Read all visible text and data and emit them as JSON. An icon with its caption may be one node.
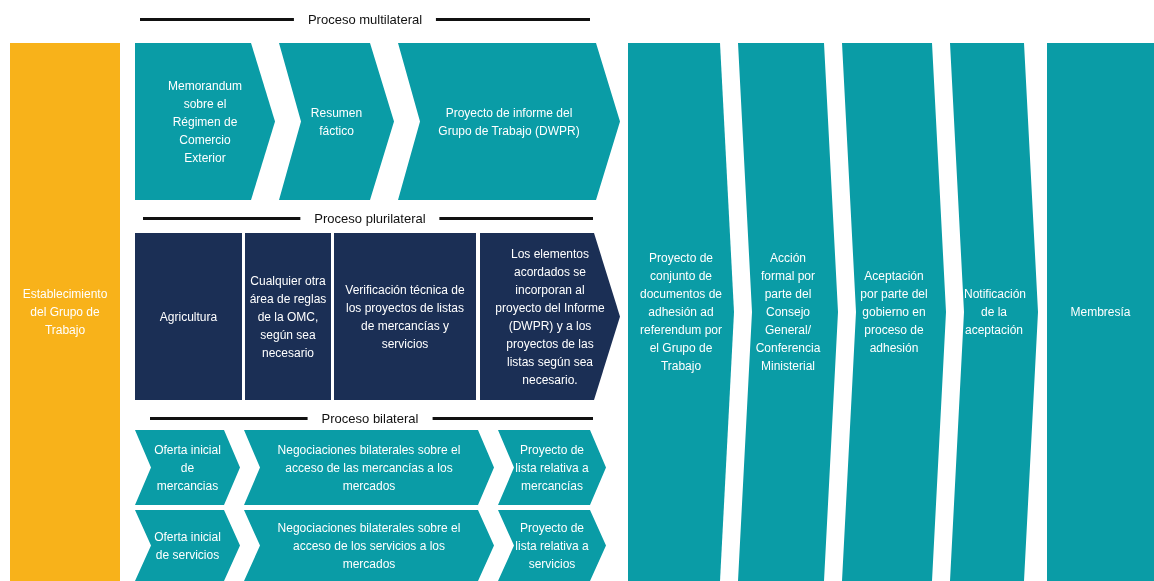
{
  "diagram": {
    "nodes": [
      {
        "text": [
          "Establecimiento del Grupo de Trabajo"
        ]
      },
      {
        "text": [
          "Memorandum sobre el Régimen de Comercio Exterior"
        ]
      },
      {
        "text": [
          "Resumen fáctico"
        ]
      },
      {
        "text": [
          "Proyecto de informe del Grupo de Trabajo (DWPR)"
        ]
      },
      {
        "text": [
          "Agricultura"
        ]
      },
      {
        "text": [
          "Cualquier otra área de reglas de la OMC, según sea necesario"
        ]
      },
      {
        "text": [
          "Verificación técnica de los proyectos de listas de mercancías y servicios"
        ]
      },
      {
        "text": [
          "Los elementos acordados se incorporan al proyecto del Informe (DWPR) y a los proyectos de las listas según sea necesario."
        ]
      },
      {
        "text": [
          "Oferta inicial de mercancias"
        ]
      },
      {
        "text": [
          "Negociaciones bilaterales sobre el acceso de las mercancías a los mercados"
        ]
      },
      {
        "text": [
          "Proyecto de lista relativa a mercancías"
        ]
      },
      {
        "text": [
          "Oferta inicial de servicios"
        ]
      },
      {
        "text": [
          "Negociaciones bilaterales sobre el acceso de los servicios a los mercados"
        ]
      },
      {
        "text": [
          "Proyecto de lista relativa a servicios"
        ]
      },
      {
        "text": [
          "Proyecto de conjunto de documentos de adhesión ad referendum por el Grupo de Trabajo"
        ]
      },
      {
        "text": [
          "Acción formal por parte del Consejo General/ Conferencia Ministerial"
        ]
      },
      {
        "text": [
          "Aceptación por parte del gobierno en proceso de adhesión"
        ]
      },
      {
        "text": [
          "Notificación de la aceptación"
        ]
      },
      {
        "text": [
          "Membresía"
        ]
      }
    ],
    "labels": [
      "Proceso multilateral",
      "Proceso plurilateral",
      "Proceso bilateral"
    ]
  }
}
